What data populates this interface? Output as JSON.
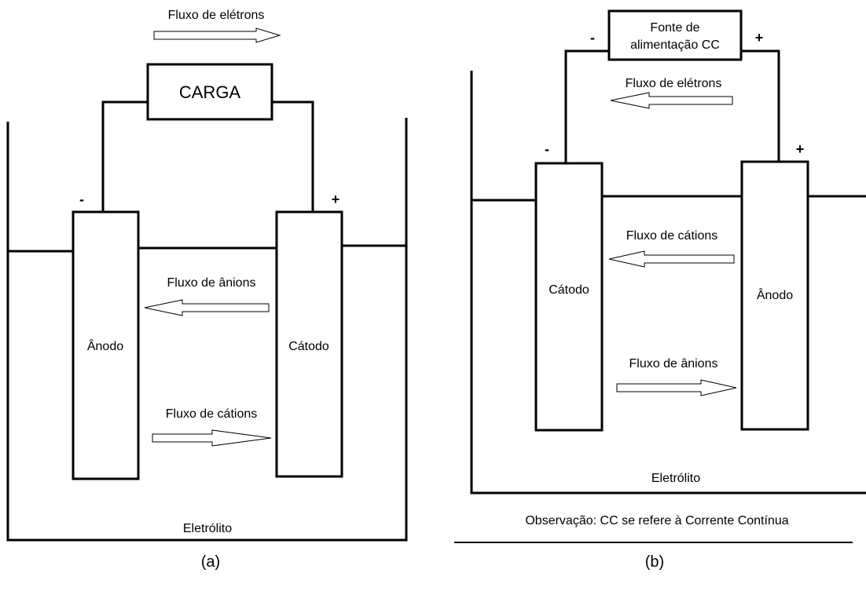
{
  "panel_a": {
    "caption": "(a)",
    "load_label": "CARGA",
    "electron_flow_label": "Fluxo de elétrons",
    "anion_flow_label": "Fluxo de ânions",
    "cation_flow_label": "Fluxo de cátions",
    "left_electrode_label": "Ânodo",
    "right_electrode_label": "Cátodo",
    "left_sign": "-",
    "right_sign": "+",
    "electrolyte_label": "Eletrólito"
  },
  "panel_b": {
    "caption": "(b)",
    "source_label_line1": "Fonte de",
    "source_label_line2": "alimentação CC",
    "source_left_sign": "-",
    "source_right_sign": "+",
    "electron_flow_label": "Fluxo de elétrons",
    "cation_flow_label": "Fluxo de cátions",
    "anion_flow_label": "Fluxo de ânions",
    "left_electrode_label": "Cátodo",
    "right_electrode_label": "Ânodo",
    "left_sign": "-",
    "right_sign": "+",
    "electrolyte_label": "Eletrólito",
    "note": "Observação: CC se refere à Corrente Contínua"
  }
}
